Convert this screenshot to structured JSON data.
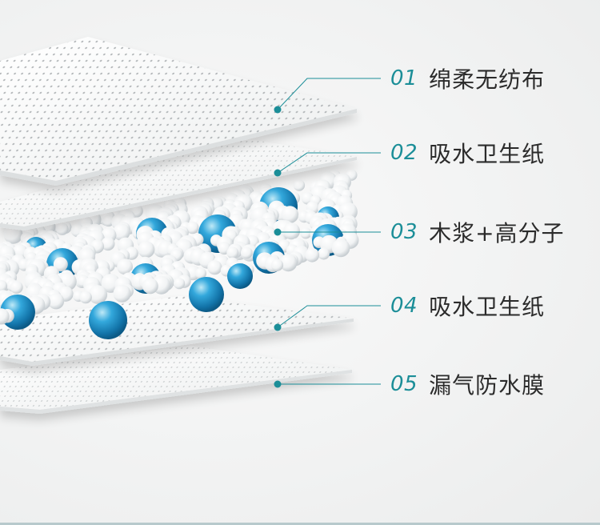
{
  "layers": [
    {
      "number": "01",
      "name": "绵柔无纺布"
    },
    {
      "number": "02",
      "name": "吸水卫生纸"
    },
    {
      "number": "03",
      "name": "木浆+高分子"
    },
    {
      "number": "04",
      "name": "吸水卫生纸"
    },
    {
      "number": "05",
      "name": "漏气防水膜"
    }
  ],
  "colors": {
    "accent": "#1b8e98",
    "label_text": "#2b2b2b",
    "gel_blue": "#1f8fc4",
    "sheet": "#ffffff"
  }
}
